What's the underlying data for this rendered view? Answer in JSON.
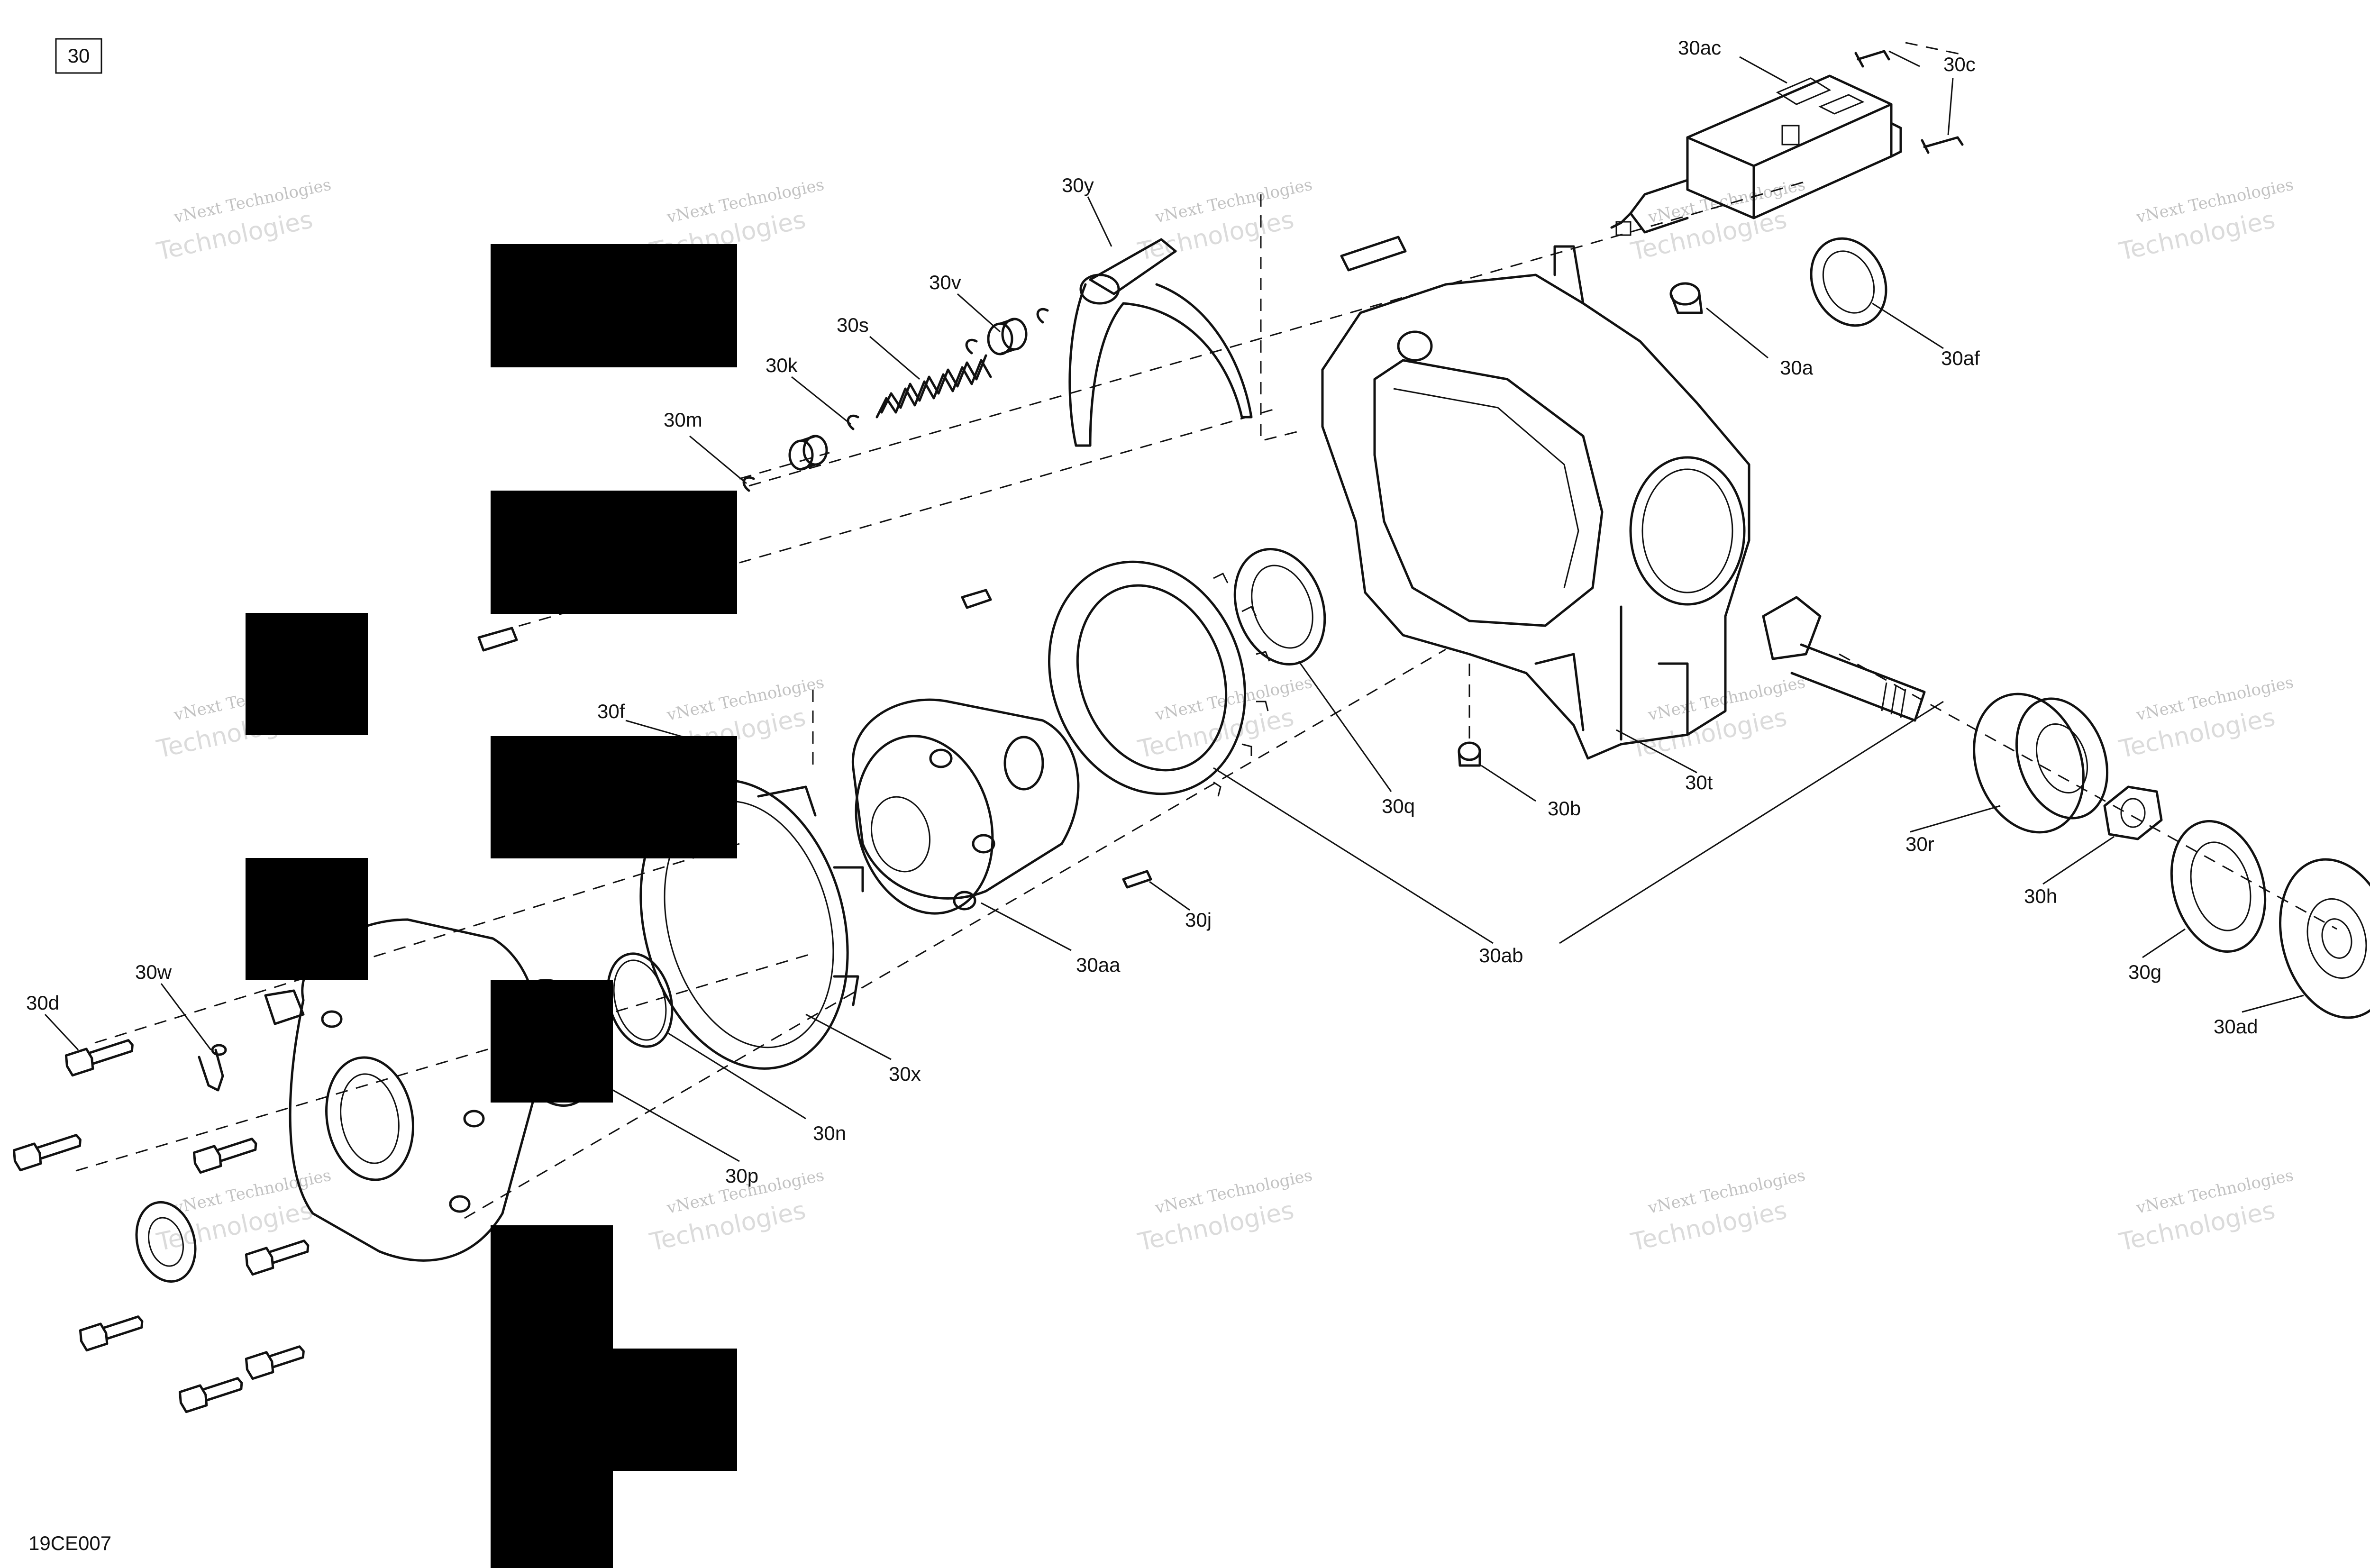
{
  "figure": {
    "figure_number": "30",
    "drawing_code": "19CE007"
  },
  "watermark": {
    "line1": "vNext Technologies",
    "line2": "Technologies"
  },
  "callouts": [
    {
      "id": "30ac",
      "label": "30ac"
    },
    {
      "id": "30c",
      "label": "30c"
    },
    {
      "id": "30y",
      "label": "30y"
    },
    {
      "id": "30v",
      "label": "30v"
    },
    {
      "id": "30s",
      "label": "30s"
    },
    {
      "id": "30k",
      "label": "30k"
    },
    {
      "id": "30m",
      "label": "30m"
    },
    {
      "id": "30a",
      "label": "30a"
    },
    {
      "id": "30af",
      "label": "30af"
    },
    {
      "id": "30f",
      "label": "30f"
    },
    {
      "id": "30q",
      "label": "30q"
    },
    {
      "id": "30b",
      "label": "30b"
    },
    {
      "id": "30t",
      "label": "30t"
    },
    {
      "id": "30r",
      "label": "30r"
    },
    {
      "id": "30h",
      "label": "30h"
    },
    {
      "id": "30g",
      "label": "30g"
    },
    {
      "id": "30ad",
      "label": "30ad"
    },
    {
      "id": "30ab",
      "label": "30ab"
    },
    {
      "id": "30j",
      "label": "30j"
    },
    {
      "id": "30aa",
      "label": "30aa"
    },
    {
      "id": "30x",
      "label": "30x"
    },
    {
      "id": "30n",
      "label": "30n"
    },
    {
      "id": "30p",
      "label": "30p"
    },
    {
      "id": "30d",
      "label": "30d"
    },
    {
      "id": "30w",
      "label": "30w"
    }
  ]
}
